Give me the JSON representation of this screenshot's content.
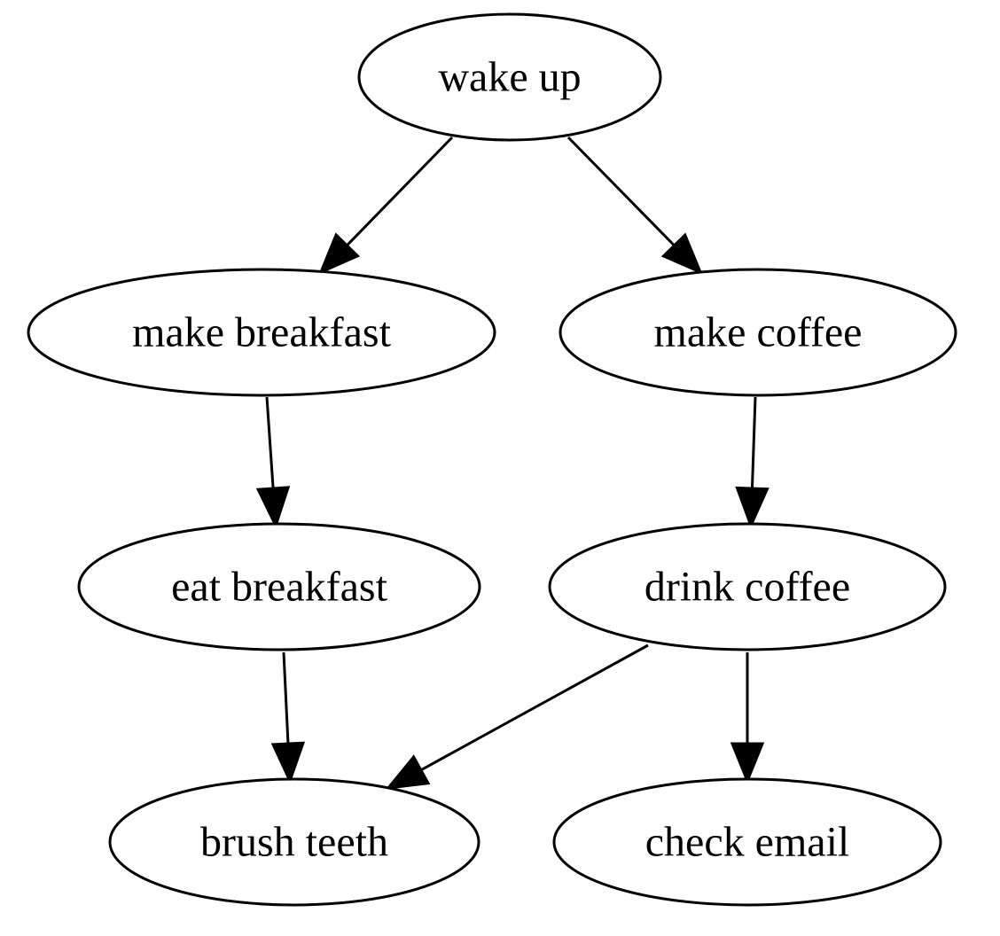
{
  "colors": {
    "background": "#ffffff",
    "stroke": "#000000",
    "text": "#000000"
  },
  "nodes": [
    {
      "id": "wake_up",
      "label": "wake up"
    },
    {
      "id": "make_breakfast",
      "label": "make breakfast"
    },
    {
      "id": "make_coffee",
      "label": "make coffee"
    },
    {
      "id": "eat_breakfast",
      "label": "eat breakfast"
    },
    {
      "id": "drink_coffee",
      "label": "drink coffee"
    },
    {
      "id": "brush_teeth",
      "label": "brush teeth"
    },
    {
      "id": "check_email",
      "label": "check email"
    }
  ],
  "edges": [
    {
      "from": "wake_up",
      "to": "make_breakfast"
    },
    {
      "from": "wake_up",
      "to": "make_coffee"
    },
    {
      "from": "make_breakfast",
      "to": "eat_breakfast"
    },
    {
      "from": "make_coffee",
      "to": "drink_coffee"
    },
    {
      "from": "eat_breakfast",
      "to": "brush_teeth"
    },
    {
      "from": "drink_coffee",
      "to": "brush_teeth"
    },
    {
      "from": "drink_coffee",
      "to": "check_email"
    }
  ]
}
